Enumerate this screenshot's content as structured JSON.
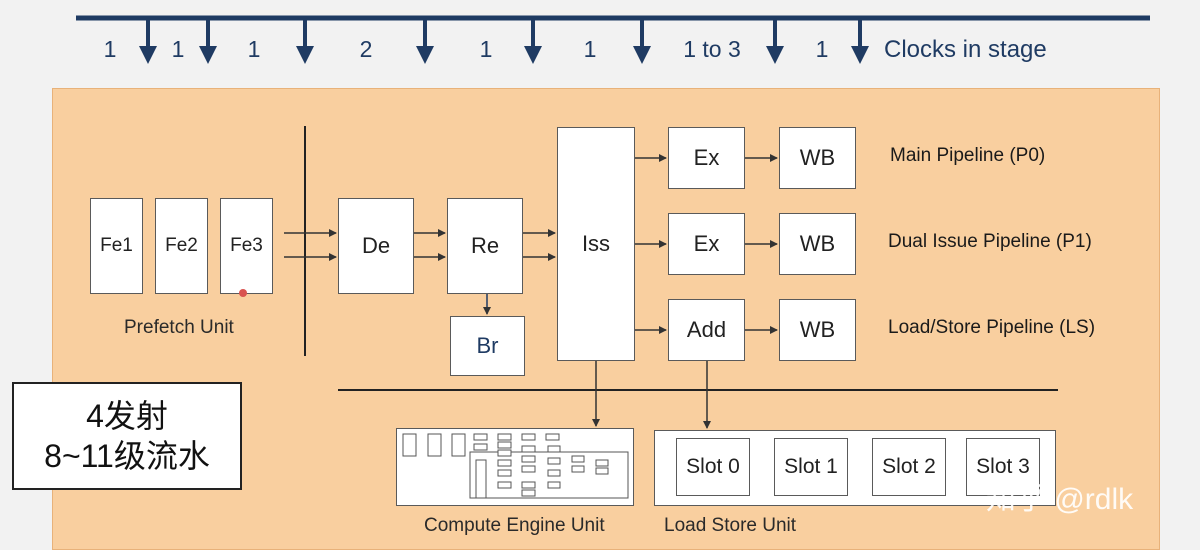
{
  "clocks": {
    "values": [
      "1",
      "1",
      "1",
      "2",
      "1",
      "1",
      "1 to 3",
      "1"
    ],
    "caption": "Clocks in stage"
  },
  "prefetch": {
    "stages": [
      "Fe1",
      "Fe2",
      "Fe3"
    ],
    "caption": "Prefetch Unit"
  },
  "stages": {
    "decode": "De",
    "rename": "Re",
    "branch": "Br",
    "issue": "Iss"
  },
  "pipelines": [
    {
      "exec": "Ex",
      "writeback": "WB",
      "label": "Main Pipeline (P0)"
    },
    {
      "exec": "Ex",
      "writeback": "WB",
      "label": "Dual Issue Pipeline (P1)"
    },
    {
      "exec": "Add",
      "writeback": "WB",
      "label": "Load/Store Pipeline (LS)"
    }
  ],
  "compute_engine": {
    "caption": "Compute Engine Unit"
  },
  "load_store": {
    "slots": [
      "Slot 0",
      "Slot 1",
      "Slot 2",
      "Slot 3"
    ],
    "caption": "Load Store Unit"
  },
  "callout": {
    "line1": "4发射",
    "line2": "8~11级流水"
  },
  "watermark": "知乎 @rdlk",
  "colors": {
    "navy": "#1f3b63",
    "panel": "#f9cf9f",
    "box_border": "#5a5a5a"
  }
}
